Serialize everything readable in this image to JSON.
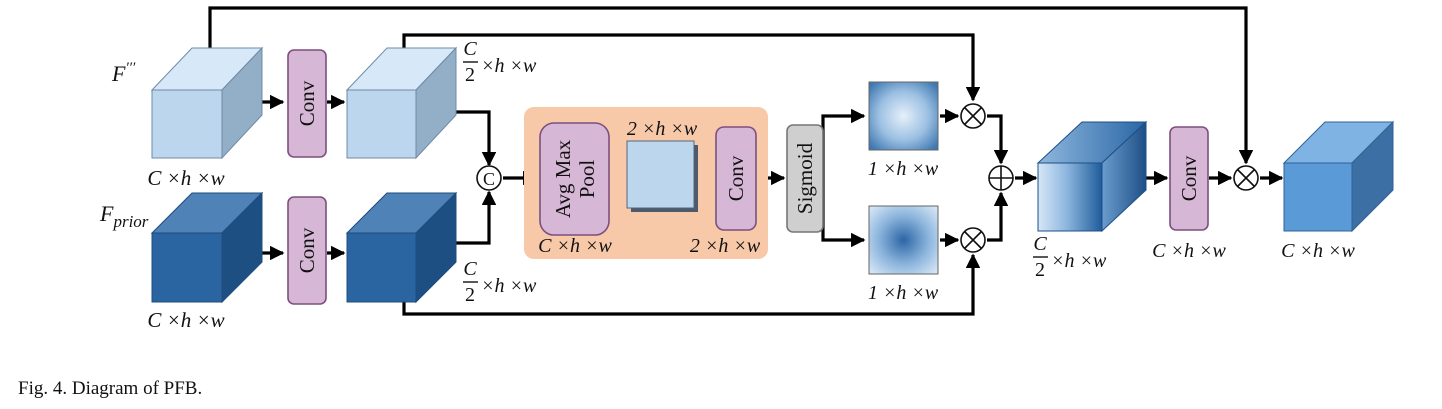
{
  "caption": "Fig. 4.   Diagram of PFB.",
  "inputs": {
    "f_top": {
      "base": "F",
      "mark": "′′′"
    },
    "f_bottom": {
      "base": "F",
      "sub": "prior"
    }
  },
  "blocks": {
    "conv": "Conv",
    "pool_line1": "Avg Max",
    "pool_line2": "Pool",
    "sigmoid": "Sigmoid"
  },
  "ops": {
    "concat": "C"
  },
  "dims": {
    "in_top": "C ×h ×w",
    "in_bottom": "C ×h ×w",
    "half_num": "C",
    "half_den": "2",
    "half_rest": "×h ×w",
    "pool_in": "C ×h ×w",
    "pool_out": "2 ×h ×w",
    "conv_out": "2 ×h ×w",
    "map_top": "1 ×h ×w",
    "map_bottom": "1 ×h ×w",
    "after_conv": "C ×h ×w",
    "output": "C ×h ×w"
  },
  "colors": {
    "light_cube": "#bcd6ee",
    "dark_cube": "#2a65a1",
    "output_cube": "#5a9ad6",
    "conv_fill": "#d6b8d6",
    "sigmoid_fill": "#cfcfcf",
    "group_fill": "#f7c9a8"
  }
}
